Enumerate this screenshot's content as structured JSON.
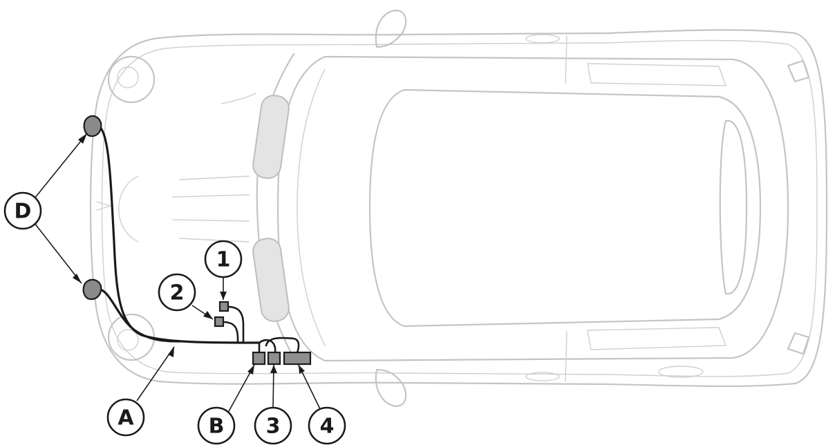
{
  "callouts": {
    "D": "D",
    "one": "1",
    "two": "2",
    "A": "A",
    "B": "B",
    "three": "3",
    "four": "4"
  },
  "colors": {
    "car_outline": "#c4c4c4",
    "wiring": "#1a1a1a",
    "component_fill": "#8f8f8f",
    "background": "#ffffff"
  }
}
